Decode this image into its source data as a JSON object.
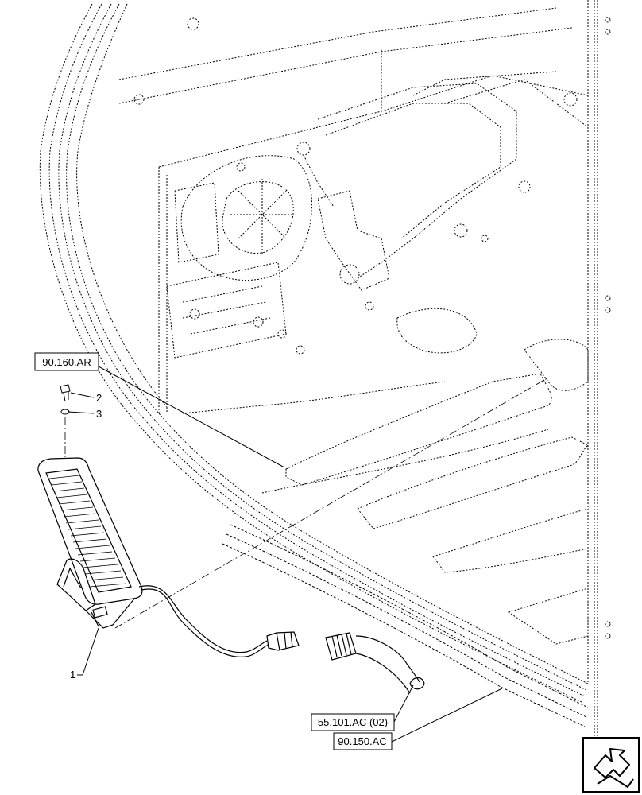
{
  "callouts": {
    "ref_a": "90.160.AR",
    "ref_b": "55.101.AC (02)",
    "ref_c": "90.150.AC"
  },
  "items": {
    "item_1": "1",
    "item_2": "2",
    "item_3": "3"
  },
  "colors": {
    "line": "#000000",
    "background": "#ffffff"
  },
  "icons": {
    "navigation": "return-arrow-icon"
  }
}
